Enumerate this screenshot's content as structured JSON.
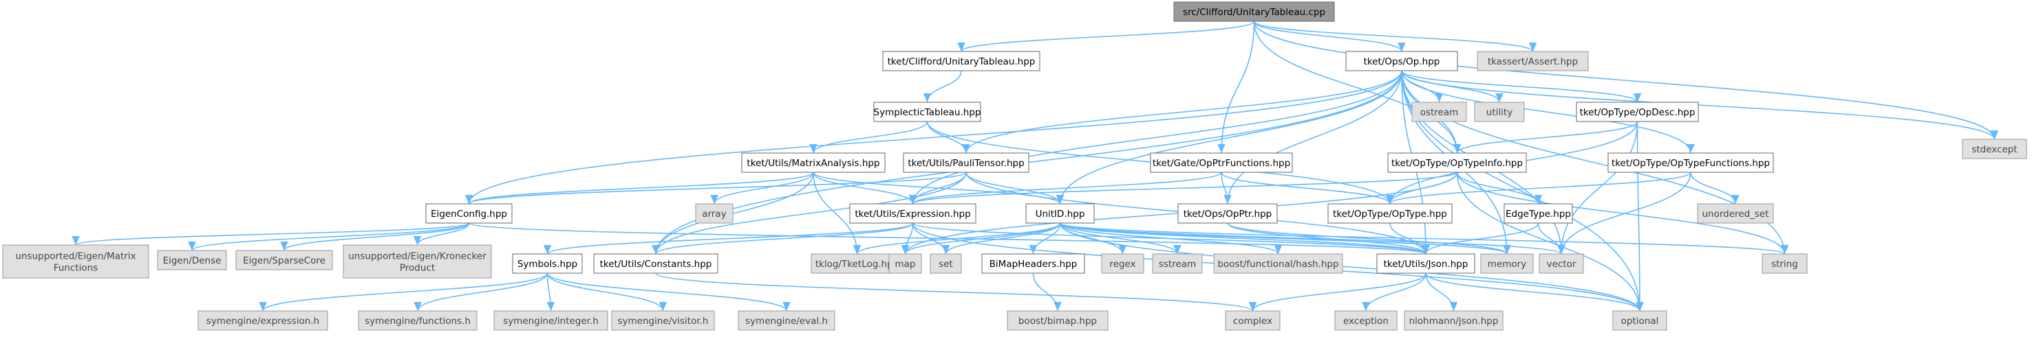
{
  "root": "src/Clifford/UnitaryTableau.cpp",
  "colors": {
    "edge": "#63b8ff",
    "root_fill": "#999999",
    "internal_fill": "#ffffff",
    "external_fill": "#e0e0e0",
    "border": "#666666"
  },
  "nodes": [
    {
      "id": "root",
      "label": "src/Clifford/UnitaryTableau.cpp",
      "kind": "root"
    },
    {
      "id": "ut_hpp",
      "label": "tket/Clifford/UnitaryTableau.hpp",
      "kind": "internal"
    },
    {
      "id": "op_hpp",
      "label": "tket/Ops/Op.hpp",
      "kind": "internal"
    },
    {
      "id": "assert",
      "label": "tkassert/Assert.hpp",
      "kind": "external"
    },
    {
      "id": "stdexcept",
      "label": "stdexcept",
      "kind": "external"
    },
    {
      "id": "symp",
      "label": "SymplecticTableau.hpp",
      "kind": "internal"
    },
    {
      "id": "ostream",
      "label": "ostream",
      "kind": "external"
    },
    {
      "id": "utility",
      "label": "utility",
      "kind": "external"
    },
    {
      "id": "opdesc",
      "label": "tket/OpType/OpDesc.hpp",
      "kind": "internal"
    },
    {
      "id": "matrix",
      "label": "tket/Utils/MatrixAnalysis.hpp",
      "kind": "internal"
    },
    {
      "id": "pauli",
      "label": "tket/Utils/PauliTensor.hpp",
      "kind": "internal"
    },
    {
      "id": "opptrfn",
      "label": "tket/Gate/OpPtrFunctions.hpp",
      "kind": "internal"
    },
    {
      "id": "optypeinfo",
      "label": "tket/OpType/OpTypeInfo.hpp",
      "kind": "internal"
    },
    {
      "id": "optypefn",
      "label": "tket/OpType/OpTypeFunctions.hpp",
      "kind": "internal"
    },
    {
      "id": "eigencfg",
      "label": "EigenConfig.hpp",
      "kind": "internal"
    },
    {
      "id": "array",
      "label": "array",
      "kind": "external"
    },
    {
      "id": "expr",
      "label": "tket/Utils/Expression.hpp",
      "kind": "internal"
    },
    {
      "id": "unitid",
      "label": "UnitID.hpp",
      "kind": "internal"
    },
    {
      "id": "opptr",
      "label": "tket/Ops/OpPtr.hpp",
      "kind": "internal"
    },
    {
      "id": "optype",
      "label": "tket/OpType/OpType.hpp",
      "kind": "internal"
    },
    {
      "id": "edgetype",
      "label": "EdgeType.hpp",
      "kind": "internal"
    },
    {
      "id": "unordered",
      "label": "unordered_set",
      "kind": "external"
    },
    {
      "id": "eigmf",
      "label": "unsupported/Eigen/Matrix\nFunctions",
      "kind": "external"
    },
    {
      "id": "eigdense",
      "label": "Eigen/Dense",
      "kind": "external"
    },
    {
      "id": "eigsparse",
      "label": "Eigen/SparseCore",
      "kind": "external"
    },
    {
      "id": "eigkron",
      "label": "unsupported/Eigen/Kronecker\nProduct",
      "kind": "external"
    },
    {
      "id": "symbols",
      "label": "Symbols.hpp",
      "kind": "internal"
    },
    {
      "id": "constants",
      "label": "tket/Utils/Constants.hpp",
      "kind": "internal"
    },
    {
      "id": "tklog",
      "label": "tklog/TketLog.hpp",
      "kind": "external"
    },
    {
      "id": "map",
      "label": "map",
      "kind": "external"
    },
    {
      "id": "set",
      "label": "set",
      "kind": "external"
    },
    {
      "id": "bimap",
      "label": "BiMapHeaders.hpp",
      "kind": "internal"
    },
    {
      "id": "regex",
      "label": "regex",
      "kind": "external"
    },
    {
      "id": "sstream",
      "label": "sstream",
      "kind": "external"
    },
    {
      "id": "boosthash",
      "label": "boost/functional/hash.hpp",
      "kind": "external"
    },
    {
      "id": "json",
      "label": "tket/Utils/Json.hpp",
      "kind": "internal"
    },
    {
      "id": "memory",
      "label": "memory",
      "kind": "external"
    },
    {
      "id": "vector",
      "label": "vector",
      "kind": "external"
    },
    {
      "id": "string",
      "label": "string",
      "kind": "external"
    },
    {
      "id": "symexpr",
      "label": "symengine/expression.h",
      "kind": "external"
    },
    {
      "id": "symfn",
      "label": "symengine/functions.h",
      "kind": "external"
    },
    {
      "id": "symint",
      "label": "symengine/integer.h",
      "kind": "external"
    },
    {
      "id": "symvis",
      "label": "symengine/visitor.h",
      "kind": "external"
    },
    {
      "id": "symeval",
      "label": "symengine/eval.h",
      "kind": "external"
    },
    {
      "id": "complex",
      "label": "complex",
      "kind": "external"
    },
    {
      "id": "boostbimap",
      "label": "boost/bimap.hpp",
      "kind": "external"
    },
    {
      "id": "exception",
      "label": "exception",
      "kind": "external"
    },
    {
      "id": "nlohmann",
      "label": "nlohmann/json.hpp",
      "kind": "external"
    },
    {
      "id": "optional",
      "label": "optional",
      "kind": "external"
    }
  ],
  "edges": [
    [
      "root",
      "ut_hpp"
    ],
    [
      "root",
      "op_hpp"
    ],
    [
      "root",
      "assert"
    ],
    [
      "root",
      "stdexcept"
    ],
    [
      "root",
      "opptrfn"
    ],
    [
      "root",
      "optypeinfo"
    ],
    [
      "ut_hpp",
      "symp"
    ],
    [
      "symp",
      "matrix"
    ],
    [
      "symp",
      "pauli"
    ],
    [
      "symp",
      "optype"
    ],
    [
      "op_hpp",
      "ostream"
    ],
    [
      "op_hpp",
      "utility"
    ],
    [
      "op_hpp",
      "opdesc"
    ],
    [
      "op_hpp",
      "stdexcept"
    ],
    [
      "op_hpp",
      "string"
    ],
    [
      "op_hpp",
      "vector"
    ],
    [
      "op_hpp",
      "optional"
    ],
    [
      "op_hpp",
      "optypefn"
    ],
    [
      "op_hpp",
      "optypeinfo"
    ],
    [
      "op_hpp",
      "pauli"
    ],
    [
      "op_hpp",
      "expr"
    ],
    [
      "op_hpp",
      "unitid"
    ],
    [
      "op_hpp",
      "opptr"
    ],
    [
      "op_hpp",
      "json"
    ],
    [
      "op_hpp",
      "eigencfg"
    ],
    [
      "op_hpp",
      "constants"
    ],
    [
      "op_hpp",
      "memory"
    ],
    [
      "opdesc",
      "optypeinfo"
    ],
    [
      "opdesc",
      "optype"
    ],
    [
      "opdesc",
      "optional"
    ],
    [
      "opdesc",
      "vector"
    ],
    [
      "optypefn",
      "optype"
    ],
    [
      "optypefn",
      "unordered"
    ],
    [
      "optypefn",
      "vector"
    ],
    [
      "optypeinfo",
      "optype"
    ],
    [
      "optypeinfo",
      "edgetype"
    ],
    [
      "optypeinfo",
      "expr"
    ],
    [
      "optypeinfo",
      "optional"
    ],
    [
      "optypeinfo",
      "string"
    ],
    [
      "optypeinfo",
      "map"
    ],
    [
      "matrix",
      "eigencfg"
    ],
    [
      "matrix",
      "array"
    ],
    [
      "matrix",
      "expr"
    ],
    [
      "matrix",
      "constants"
    ],
    [
      "matrix",
      "tklog"
    ],
    [
      "matrix",
      "unitid"
    ],
    [
      "pauli",
      "eigencfg"
    ],
    [
      "pauli",
      "expr"
    ],
    [
      "pauli",
      "unitid"
    ],
    [
      "pauli",
      "json"
    ],
    [
      "pauli",
      "constants"
    ],
    [
      "opptrfn",
      "opptr"
    ],
    [
      "opptrfn",
      "expr"
    ],
    [
      "opptrfn",
      "optype"
    ],
    [
      "opptr",
      "json"
    ],
    [
      "opptr",
      "memory"
    ],
    [
      "optype",
      "json"
    ],
    [
      "edgetype",
      "json"
    ],
    [
      "edgetype",
      "vector"
    ],
    [
      "eigencfg",
      "eigmf"
    ],
    [
      "eigencfg",
      "eigdense"
    ],
    [
      "eigencfg",
      "eigsparse"
    ],
    [
      "eigencfg",
      "eigkron"
    ],
    [
      "eigencfg",
      "json"
    ],
    [
      "expr",
      "symbols"
    ],
    [
      "expr",
      "constants"
    ],
    [
      "expr",
      "map"
    ],
    [
      "expr",
      "set"
    ],
    [
      "expr",
      "json"
    ],
    [
      "expr",
      "optional"
    ],
    [
      "unitid",
      "tklog"
    ],
    [
      "unitid",
      "map"
    ],
    [
      "unitid",
      "set"
    ],
    [
      "unitid",
      "bimap"
    ],
    [
      "unitid",
      "regex"
    ],
    [
      "unitid",
      "sstream"
    ],
    [
      "unitid",
      "boosthash"
    ],
    [
      "unitid",
      "json"
    ],
    [
      "unitid",
      "memory"
    ],
    [
      "unitid",
      "vector"
    ],
    [
      "unitid",
      "string"
    ],
    [
      "unitid",
      "optional"
    ],
    [
      "bimap",
      "boostbimap"
    ],
    [
      "symbols",
      "symexpr"
    ],
    [
      "symbols",
      "symfn"
    ],
    [
      "symbols",
      "symint"
    ],
    [
      "symbols",
      "symvis"
    ],
    [
      "symbols",
      "symeval"
    ],
    [
      "constants",
      "complex"
    ],
    [
      "json",
      "complex"
    ],
    [
      "json",
      "exception"
    ],
    [
      "json",
      "nlohmann"
    ],
    [
      "json",
      "optional"
    ]
  ]
}
